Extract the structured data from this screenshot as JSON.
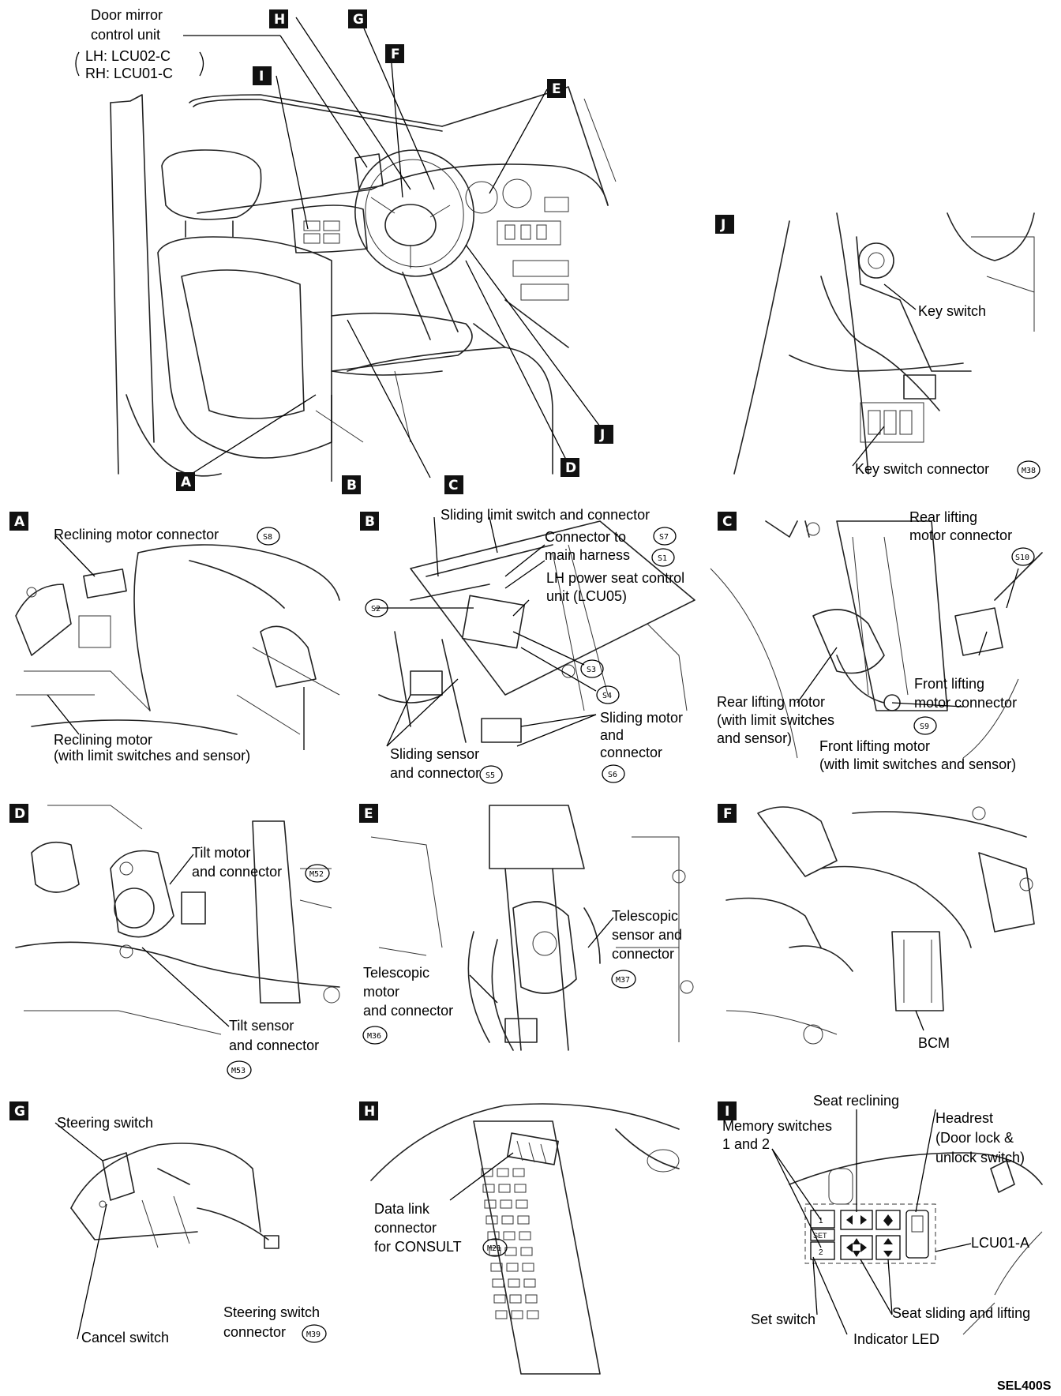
{
  "main": {
    "badges": {
      "A": "A",
      "B": "B",
      "C": "C",
      "D": "D",
      "E": "E",
      "F": "F",
      "G": "G",
      "H": "H",
      "I": "I",
      "J": "J"
    },
    "labels": {
      "door_mirror_1": "Door mirror",
      "door_mirror_2": "control unit",
      "lh": "LH: LCU02-C",
      "rh": "RH: LCU01-C"
    }
  },
  "J": {
    "key_switch": "Key switch",
    "key_switch_connector": "Key switch connector",
    "conn": "M38"
  },
  "A": {
    "reclining_conn": "Reclining motor connector",
    "conn": "S8",
    "motor_1": "Reclining motor",
    "motor_2": "(with limit switches and sensor)"
  },
  "B": {
    "sliding_limit": "Sliding limit switch and connector",
    "conn_main_1": "Connector to",
    "conn_main_2": "main harness",
    "lh_1": "LH power seat control",
    "lh_2": "unit (LCU05)",
    "sliding_motor_1": "Sliding motor",
    "sliding_motor_2": "and",
    "sliding_motor_3": "connector",
    "sliding_sensor_1": "Sliding sensor",
    "sliding_sensor_2": "and connector",
    "c_s7": "S7",
    "c_s1": "S1",
    "c_s2": "S2",
    "c_s3": "S3",
    "c_s4": "S4",
    "c_s5": "S5",
    "c_s6": "S6"
  },
  "C": {
    "rear_conn_1": "Rear lifting",
    "rear_conn_2": "motor connector",
    "c_s10": "S10",
    "rear_motor_1": "Rear lifting motor",
    "rear_motor_2": "(with limit switches",
    "rear_motor_3": "and sensor)",
    "front_conn_1": "Front lifting",
    "front_conn_2": "motor connector",
    "c_s9": "S9",
    "front_motor_1": "Front lifting motor",
    "front_motor_2": "(with limit switches and sensor)"
  },
  "D": {
    "tilt_motor_1": "Tilt motor",
    "tilt_motor_2": "and connector",
    "c_m52": "M52",
    "tilt_sensor_1": "Tilt sensor",
    "tilt_sensor_2": "and connector",
    "c_m53": "M53"
  },
  "E": {
    "tele_sensor_1": "Telescopic",
    "tele_sensor_2": "sensor and",
    "tele_sensor_3": "connector",
    "c_m37": "M37",
    "tele_motor_1": "Telescopic",
    "tele_motor_2": "motor",
    "tele_motor_3": "and connector",
    "c_m36": "M36"
  },
  "F": {
    "bcm": "BCM"
  },
  "G": {
    "steering_switch": "Steering switch",
    "cancel_switch": "Cancel switch",
    "conn_1": "Steering switch",
    "conn_2": "connector",
    "c_m39": "M39"
  },
  "H": {
    "dlc_1": "Data link",
    "dlc_2": "connector",
    "dlc_3": "for CONSULT",
    "c_m21": "M21"
  },
  "I": {
    "seat_reclining": "Seat reclining",
    "memory_1": "Memory switches",
    "memory_2": "1 and 2",
    "headrest_1": "Headrest",
    "headrest_2": "(Door lock &",
    "headrest_3": "unlock switch)",
    "lcu01a": "LCU01-A",
    "set_switch": "Set switch",
    "seat_sliding": "Seat sliding and lifting",
    "indicator": "Indicator LED",
    "btn_1": "1",
    "btn_set": "SET",
    "btn_2": "2"
  },
  "ref_code": "SEL400S"
}
